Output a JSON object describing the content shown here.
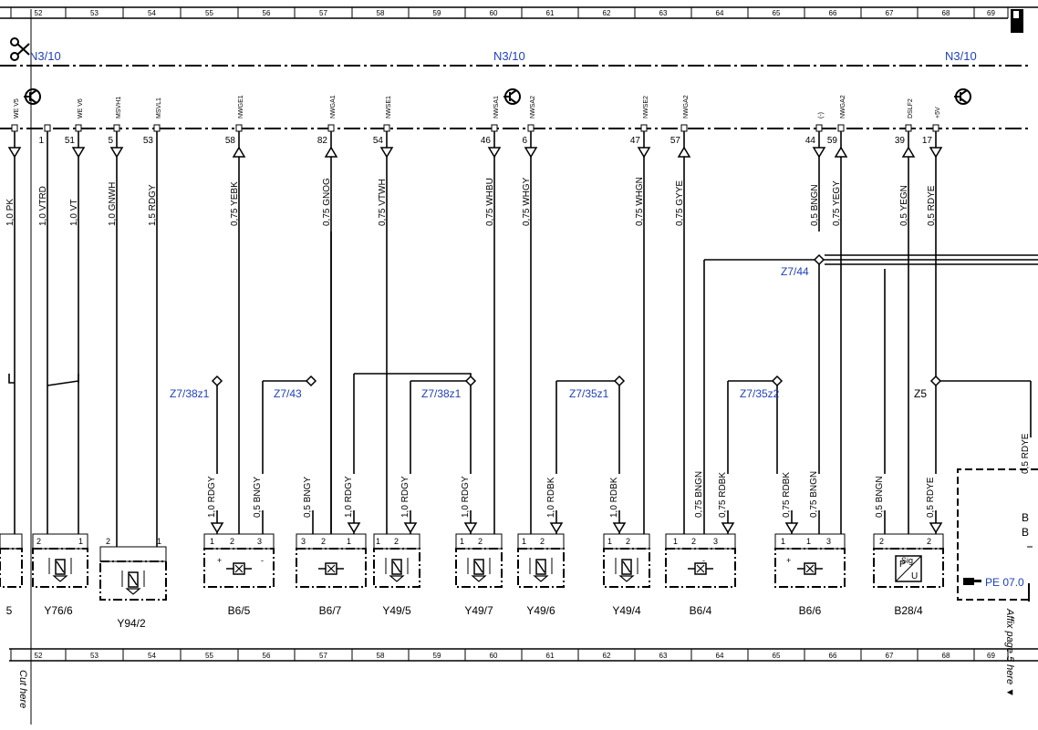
{
  "grid_columns": [
    "52",
    "53",
    "54",
    "55",
    "56",
    "57",
    "58",
    "59",
    "60",
    "61",
    "62",
    "63",
    "64",
    "65",
    "66",
    "67",
    "68",
    "69"
  ],
  "controller_labels": [
    "N3/10",
    "N3/10",
    "N3/10"
  ],
  "pins": [
    {
      "pin": "",
      "signal": "WE V5",
      "wire": "1,0 PK",
      "dir": "down"
    },
    {
      "pin": "1",
      "signal": "",
      "wire": "1,0 VTRD",
      "dir": "none"
    },
    {
      "pin": "51",
      "signal": "WE V6",
      "wire": "1,0 VT",
      "dir": "down"
    },
    {
      "pin": "5",
      "signal": "MSVH1",
      "wire": "1,0 GNWH",
      "dir": "down"
    },
    {
      "pin": "53",
      "signal": "MSVL1",
      "wire": "1,5 RDGY",
      "dir": "none"
    },
    {
      "pin": "58",
      "signal": "NWGE1",
      "wire": "0,75 YEBK",
      "dir": "up"
    },
    {
      "pin": "82",
      "signal": "NWGA1",
      "wire": "0,75 GNOG",
      "dir": "up"
    },
    {
      "pin": "54",
      "signal": "NWSE1",
      "wire": "0,75 VTWH",
      "dir": "down"
    },
    {
      "pin": "46",
      "signal": "NWSA1",
      "wire": "0,75 WHBU",
      "dir": "down"
    },
    {
      "pin": "6",
      "signal": "NWSA2",
      "wire": "0,75 WHGY",
      "dir": "down"
    },
    {
      "pin": "47",
      "signal": "NWSE2",
      "wire": "0,75 WHGN",
      "dir": "down"
    },
    {
      "pin": "57",
      "signal": "NWGA2",
      "wire": "0,75 GYYE",
      "dir": "up"
    },
    {
      "pin": "44",
      "signal": "(-)",
      "wire": "0,5 BNGN",
      "dir": "down"
    },
    {
      "pin": "59",
      "signal": "NWGA2",
      "wire": "0,75 YEGY",
      "dir": "up"
    },
    {
      "pin": "39",
      "signal": "DSLF2",
      "wire": "0,5 YEGN",
      "dir": "up"
    },
    {
      "pin": "17",
      "signal": "+5V",
      "wire": "0,5 RDYE",
      "dir": "down"
    }
  ],
  "junctions": [
    "Z7/38z1",
    "Z7/43",
    "Z7/38z1",
    "Z7/35z1",
    "Z7/35z2",
    "Z7/44",
    "Z5"
  ],
  "lower_wires": [
    "1,0 RDGY",
    "0,5 BNGY",
    "0,5 BNGY",
    "1,0 RDGY",
    "1,0 RDGY",
    "1,0 RDGY",
    "1,0 RDBK",
    "1,0 RDBK",
    "0,75 BNGN",
    "0,75 RDBK",
    "0,75 RDBK",
    "0,75 BNGN",
    "0,5 BNGN",
    "0,5 RDYE",
    "0,5 RDYE"
  ],
  "components": [
    "5",
    "Y76/6",
    "Y94/2",
    "B6/5",
    "B6/7",
    "Y49/5",
    "Y49/7",
    "Y49/6",
    "Y49/4",
    "B6/4",
    "B6/6",
    "B28/4"
  ],
  "component_pins": [
    "2",
    "1",
    "2",
    "1",
    "1",
    "2",
    "3",
    "3",
    "2",
    "1",
    "1",
    "2",
    "1",
    "2",
    "1",
    "2",
    "1",
    "2",
    "1",
    "2",
    "3",
    "1",
    "1",
    "3",
    "2",
    "2",
    "1",
    "3"
  ],
  "pin_signs": [
    "+",
    "-",
    "-",
    "+",
    "Sig."
  ],
  "b28_symbol": [
    "P",
    "U"
  ],
  "right_box": {
    "lines": [
      "B",
      "B"
    ],
    "ref": "PE 07.0"
  },
  "side_notes": {
    "affix": "Affix page 5 here ▼",
    "cut": "Cut here"
  }
}
